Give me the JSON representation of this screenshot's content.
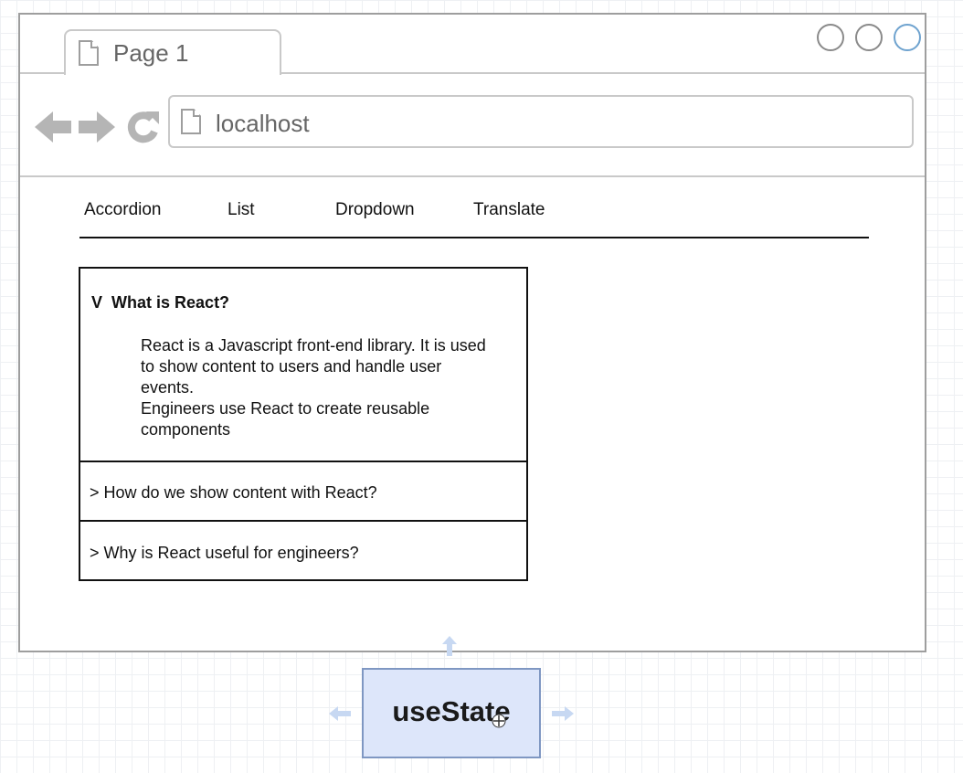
{
  "browser": {
    "tab_title": "Page 1",
    "address": "localhost",
    "icons": {
      "back": "back-arrow-icon",
      "forward": "forward-arrow-icon",
      "reload": "reload-icon",
      "page": "document-icon",
      "window_controls": [
        "circle-icon",
        "circle-icon",
        "circle-icon"
      ]
    }
  },
  "menu": {
    "items": [
      "Accordion",
      "List",
      "Dropdown",
      "Translate"
    ]
  },
  "accordion": {
    "open_item": {
      "marker": "V",
      "title": "What is React?",
      "content_lines": [
        "React is a Javascript front-end library. It is used",
        "to show content to users and handle user",
        "events.",
        "Engineers use React to create reusable",
        "components"
      ]
    },
    "closed_items": [
      {
        "marker": ">",
        "title": "How do we show content with React?"
      },
      {
        "marker": ">",
        "title": "Why is React useful for engineers?"
      }
    ]
  },
  "floating_box": {
    "label": "useState",
    "fill_color": "#dde6fa",
    "border_color": "#7f97c2"
  }
}
